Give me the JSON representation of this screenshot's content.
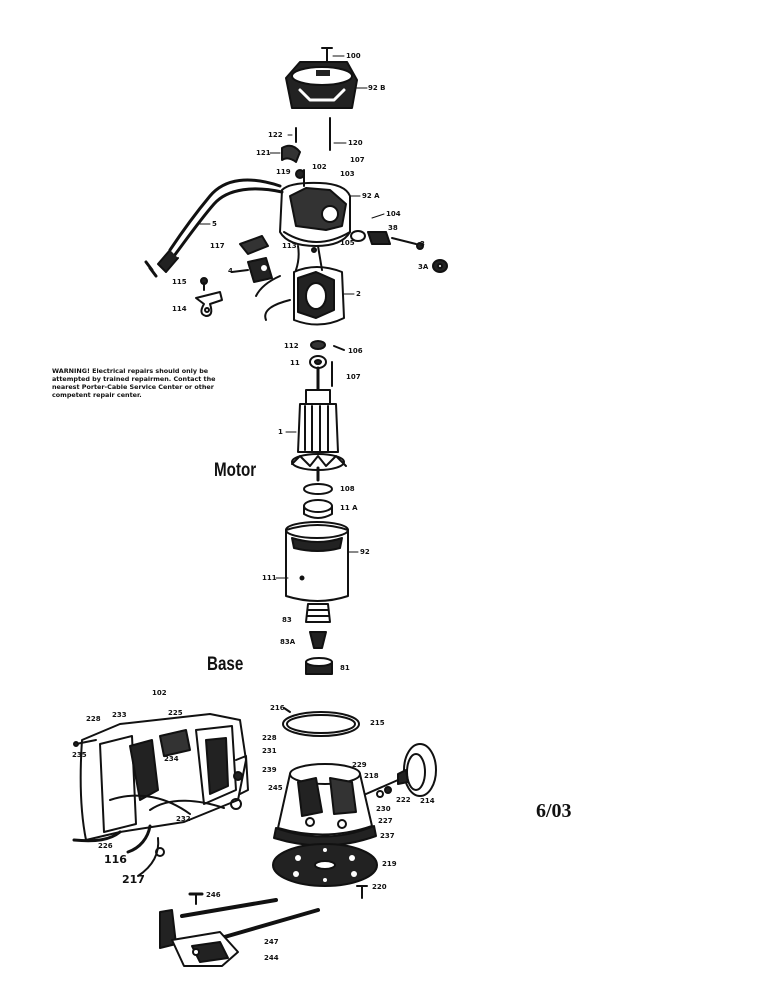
{
  "section_titles": {
    "motor": "Motor",
    "base": "Base"
  },
  "warning": "WARNING! Electrical repairs should only be attempted by trained repairmen. Contact the nearest Porter-Cable Service Center or other competent repair center.",
  "date_code": "6/03",
  "part_labels": {
    "p100": "100",
    "p92b": "92 B",
    "p122": "122",
    "p120": "120",
    "p121": "121",
    "p107a": "107",
    "p102a": "102",
    "p103": "103",
    "p119": "119",
    "p92a": "92 A",
    "p5": "5",
    "p104": "104",
    "p38": "38",
    "p3": "3",
    "p3a": "3A",
    "p117": "117",
    "p113": "113",
    "p105": "105",
    "p4": "4",
    "p115": "115",
    "p2": "2",
    "p114": "114",
    "p112": "112",
    "p106": "106",
    "p11": "11",
    "p107b": "107",
    "p1": "1",
    "p108": "108",
    "p11a": "11 A",
    "p92": "92",
    "p111": "111",
    "p83": "83",
    "p83a": "83A",
    "p81": "81",
    "p102b": "102",
    "p233": "233",
    "p228": "228",
    "p225": "225",
    "p235": "235",
    "p216": "216",
    "p215": "215",
    "p228b": "228",
    "p234": "234",
    "p231": "231",
    "p239": "239",
    "p245": "245",
    "p229": "229",
    "p218": "218",
    "p222": "222",
    "p214": "214",
    "p230": "230",
    "p227": "227",
    "p232": "232",
    "p237": "237",
    "p226": "226",
    "p116": "116",
    "p217": "217",
    "p219": "219",
    "p220": "220",
    "p246": "246",
    "p247": "247",
    "p244": "244"
  }
}
